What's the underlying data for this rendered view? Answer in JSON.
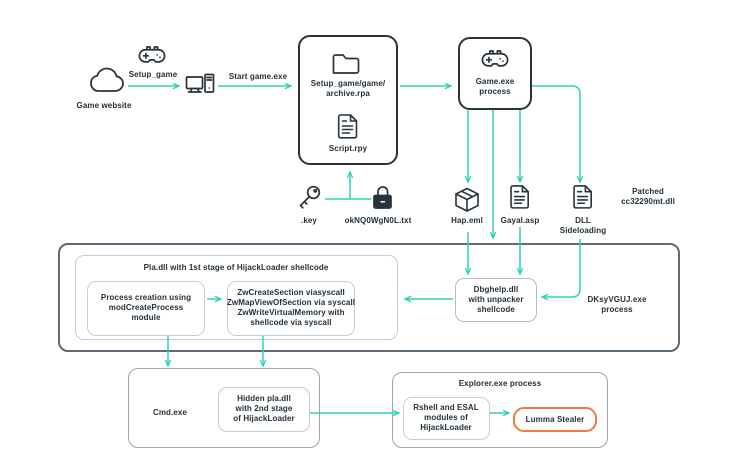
{
  "colors": {
    "accent_teal": "#2ed3b2",
    "icon_dark": "#28333b",
    "lumma_orange": "#f0793c",
    "outer_box_gray": "#5d6b76",
    "mid_box_gray": "#9ba6af",
    "inner_box_gray": "#c6cdd4"
  },
  "icons": [
    "cloud-icon",
    "gamepad-icon",
    "desktop-pc-icon",
    "folder-icon",
    "script-file-icon",
    "key-icon",
    "lock-icon",
    "package-icon",
    "gayal-file-icon",
    "dll-file-icon"
  ],
  "labels": {
    "game_website": "Game website",
    "setup_game": "Setup_game",
    "start_game": "Start game.exe",
    "archive_path": "Setup_game/game/\narchive.rpa",
    "script": "Script.rpy",
    "game_exe": "Game.exe\nprocess",
    "key": ".key",
    "locked_txt": "okNQ0WgN0L.txt",
    "hap": "Hap.eml",
    "gayal": "Gayal.asp",
    "dll_sideloading": "DLL\nSideloading",
    "patched": "Patched\ncc32290mt.dll",
    "pla_title": "Pla.dll with 1st stage of HijackLoader shellcode",
    "process_creation": "Process creation using\nmodCreateProcess\nmodule",
    "zw_calls": "ZwCreateSection viasyscall\nZwMapViewOfSection via syscall\nZwWriteVirtualMemory with\nshellcode via syscall",
    "dbghelp": "Dbghelp.dll\nwith unpacker\nshellcode",
    "dksyvguj": "DKsyVGUJ.exe\nprocess",
    "cmd": "Cmd.exe",
    "hidden_pla": "Hidden pla.dll\nwith 2nd stage\nof HijackLoader",
    "explorer_title": "Explorer.exe process",
    "rshell": "Rshell and ESAL\nmodules of\nHijackLoader",
    "lumma": "Lumma Stealer"
  }
}
